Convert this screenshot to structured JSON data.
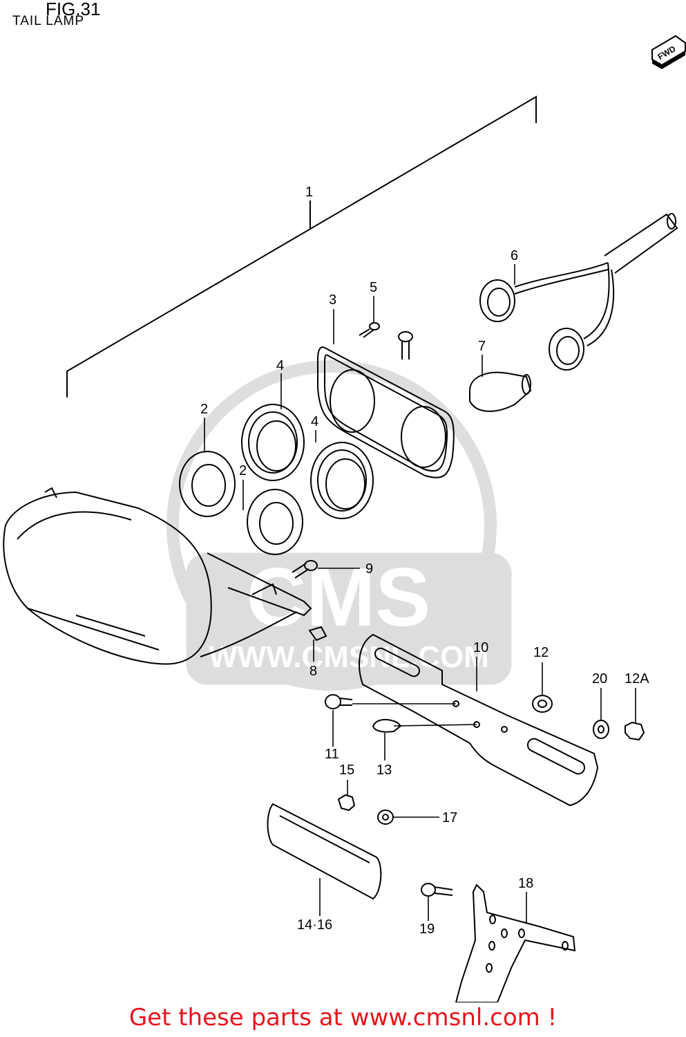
{
  "header": {
    "figure_number": "FIG.31",
    "figure_title": "TAIL LAMP"
  },
  "fwd_badge": "FWD",
  "watermark": {
    "brand": "CMS",
    "site": "WWW.CMSNL.COM"
  },
  "callouts": [
    {
      "id": "c1",
      "text": "1"
    },
    {
      "id": "c2a",
      "text": "2"
    },
    {
      "id": "c2b",
      "text": "2"
    },
    {
      "id": "c3",
      "text": "3"
    },
    {
      "id": "c4a",
      "text": "4"
    },
    {
      "id": "c4b",
      "text": "4"
    },
    {
      "id": "c5",
      "text": "5"
    },
    {
      "id": "c6",
      "text": "6"
    },
    {
      "id": "c7",
      "text": "7"
    },
    {
      "id": "c8",
      "text": "8"
    },
    {
      "id": "c9",
      "text": "9"
    },
    {
      "id": "c10",
      "text": "10"
    },
    {
      "id": "c11",
      "text": "11"
    },
    {
      "id": "c12",
      "text": "12"
    },
    {
      "id": "c12a",
      "text": "12A"
    },
    {
      "id": "c13",
      "text": "13"
    },
    {
      "id": "c14",
      "text": "14·16"
    },
    {
      "id": "c15",
      "text": "15"
    },
    {
      "id": "c17",
      "text": "17"
    },
    {
      "id": "c18",
      "text": "18"
    },
    {
      "id": "c19",
      "text": "19"
    },
    {
      "id": "c20",
      "text": "20"
    }
  ],
  "footer": {
    "prefix": "Get these parts at ",
    "link": "www.cmsnl.com",
    "suffix": " !"
  }
}
